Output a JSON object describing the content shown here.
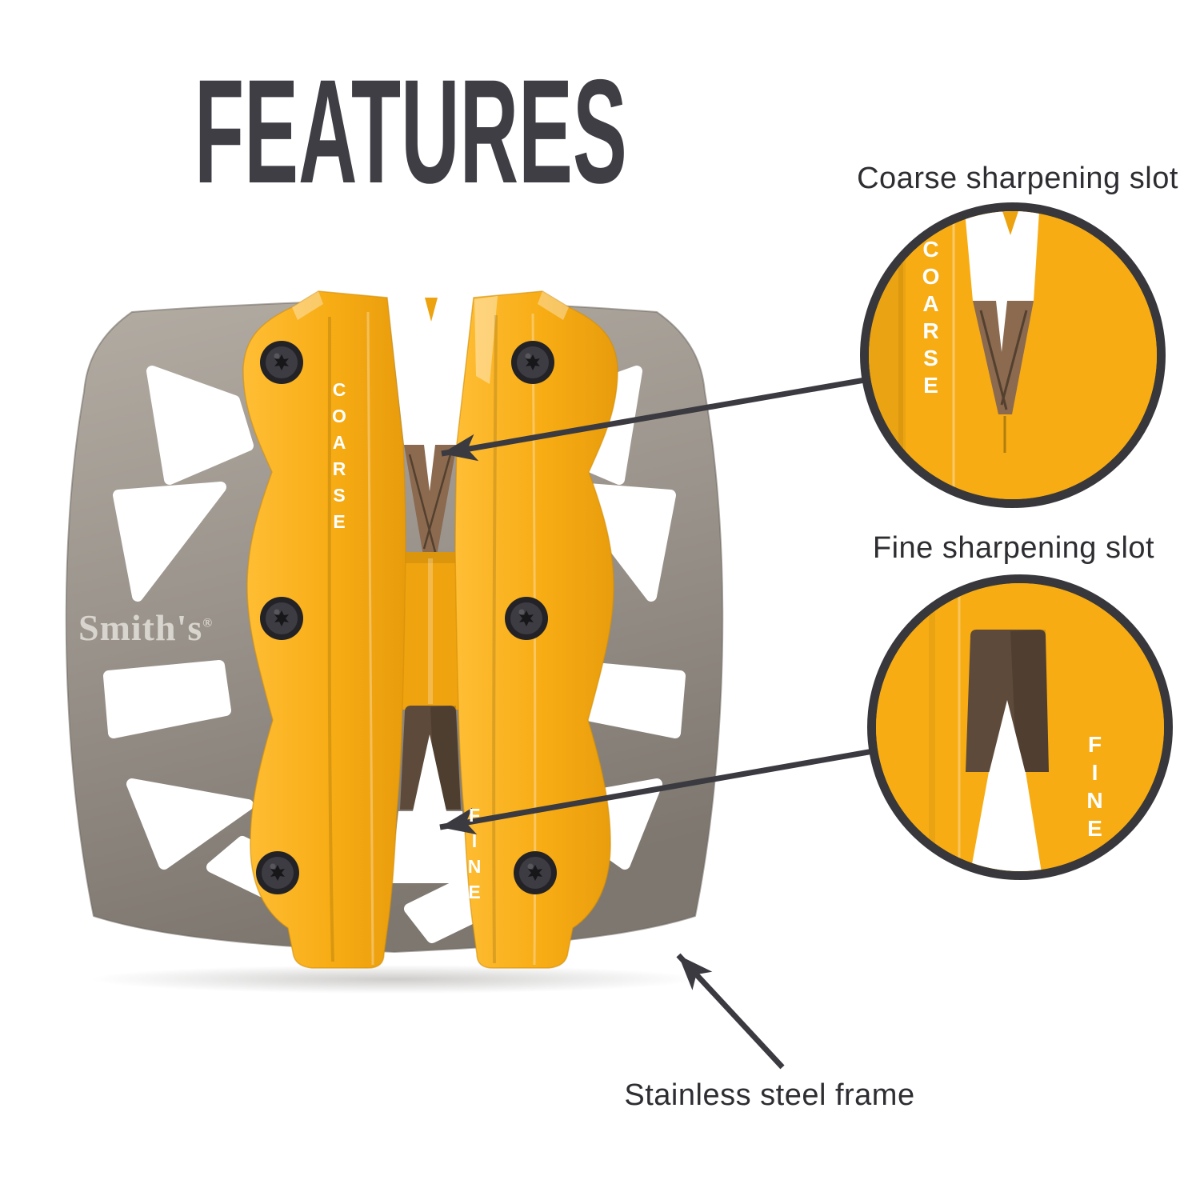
{
  "title": {
    "text": "FEATURES"
  },
  "annotations": {
    "coarse": {
      "label": "Coarse sharpening slot"
    },
    "fine": {
      "label": "Fine sharpening slot"
    },
    "frame": {
      "label": "Stainless steel frame"
    }
  },
  "product": {
    "brand": "Smith's",
    "registered_mark": "®",
    "coarse_slot_text": "COARSE",
    "fine_slot_text": "FINE"
  },
  "magnifiers": {
    "coarse": {
      "vertical_text": "COARSE"
    },
    "fine": {
      "vertical_text": "FINE"
    }
  },
  "colors": {
    "title_text": "#3E3E44",
    "label_text": "#2D2D32",
    "annotation_line": "#3A3A40",
    "magnifier_ring": "#38383C",
    "yellow": "#F7AC14",
    "yellow_bridge": "#EFA30F",
    "frame_gray": "#968F87",
    "carbide_brown": "#8B6A4F",
    "ceramic_brown": "#5E4A3A",
    "screw_dark": "#232327",
    "logo_silver": "#D8D4CE",
    "white": "#FFFFFF"
  }
}
